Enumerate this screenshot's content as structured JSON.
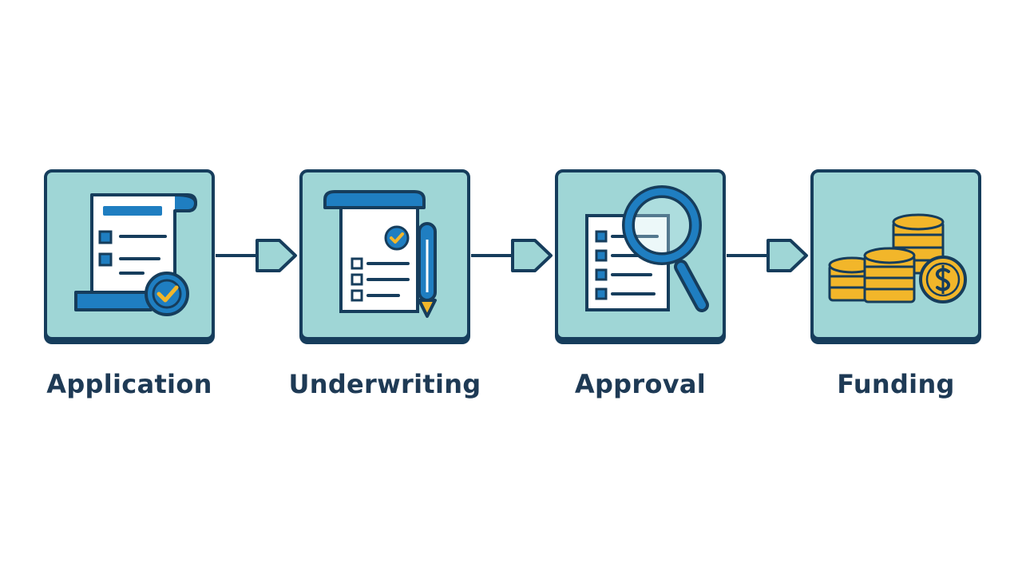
{
  "steps": [
    {
      "label": "Application",
      "icon": "application-document-check-icon"
    },
    {
      "label": "Underwriting",
      "icon": "underwriting-checklist-pencil-icon"
    },
    {
      "label": "Approval",
      "icon": "approval-magnifier-checklist-icon"
    },
    {
      "label": "Funding",
      "icon": "funding-coins-dollar-icon"
    }
  ],
  "colors": {
    "card_fill": "#9fd6d6",
    "outline": "#163d5c",
    "accent_blue": "#1f7ec1",
    "coin_gold": "#f2b62a",
    "label_text": "#1e3a55"
  }
}
